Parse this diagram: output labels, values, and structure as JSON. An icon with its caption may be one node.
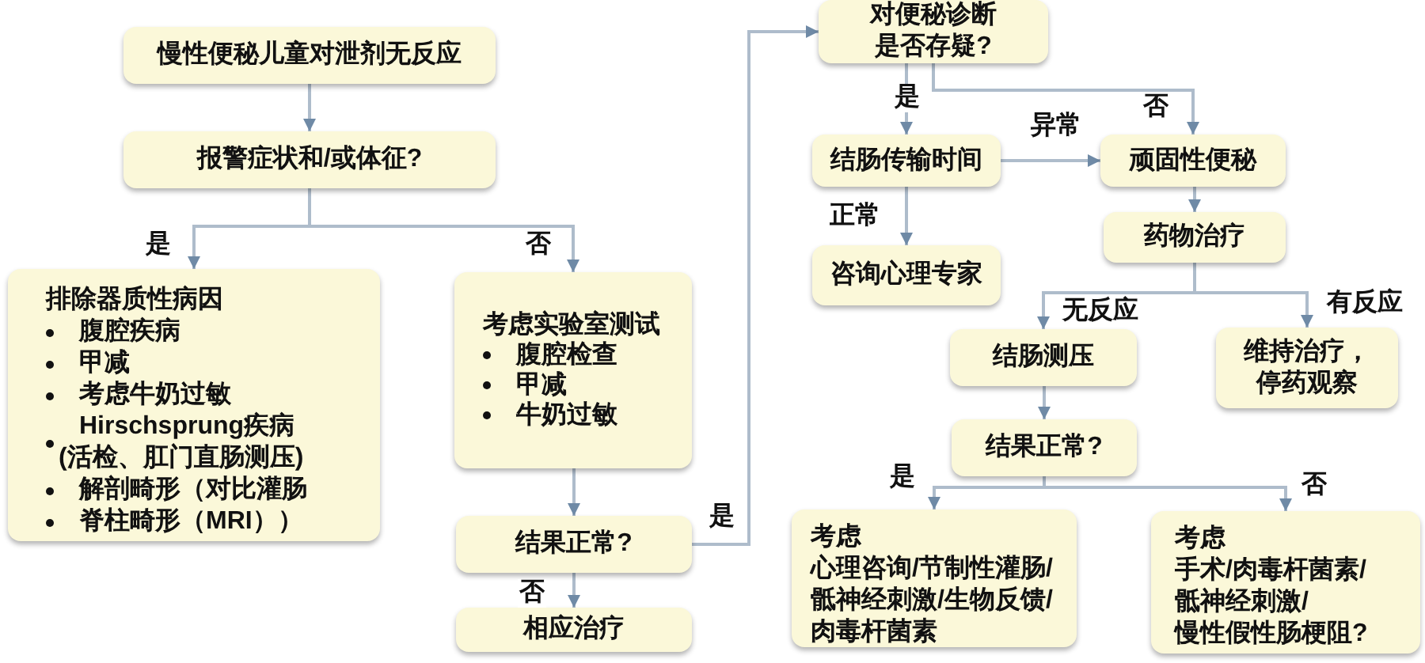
{
  "diagram": {
    "nodes": [
      {
        "text": [
          "慢性便秘儿童对泄剂无反应"
        ]
      },
      {
        "text": [
          "报警症状和/或体征?"
        ]
      },
      {
        "text": [
          "排除器质性病因",
          "腹腔疾病",
          "甲减",
          "考虑牛奶过敏",
          "Hirschsprung疾病(活检、肛门直肠测压)",
          "解剖畸形（对比灌肠",
          "脊柱畸形（MRI））"
        ]
      },
      {
        "text": [
          "考虑实验室测试",
          "腹腔检查",
          "甲减",
          "牛奶过敏"
        ]
      },
      {
        "text": [
          "结果正常?"
        ]
      },
      {
        "text": [
          "相应治疗"
        ]
      },
      {
        "text": [
          "对便秘诊断是否存疑?"
        ]
      },
      {
        "text": [
          "结肠传输时间"
        ]
      },
      {
        "text": [
          "顽固性便秘"
        ]
      },
      {
        "text": [
          "咨询心理专家"
        ]
      },
      {
        "text": [
          "药物治疗"
        ]
      },
      {
        "text": [
          "结肠测压"
        ]
      },
      {
        "text": [
          "维持治疗，停药观察"
        ]
      },
      {
        "text": [
          "结果正常?"
        ]
      },
      {
        "text": [
          "考虑",
          "心理咨询/节制性灌肠/骶神经刺激/生物反馈/肉毒杆菌素"
        ]
      },
      {
        "text": [
          "考虑",
          "手术/肉毒杆菌素/骶神经刺激/慢性假性肠梗阻?"
        ]
      }
    ],
    "edges": [
      {
        "from": 0,
        "to": 1,
        "arrow": "to"
      },
      {
        "from": 1,
        "to": 2,
        "arrow": "to",
        "label": "是"
      },
      {
        "from": 1,
        "to": 3,
        "arrow": "to",
        "label": "否"
      },
      {
        "from": 3,
        "to": 4,
        "arrow": "to"
      },
      {
        "from": 4,
        "to": 5,
        "arrow": "to",
        "label": "否"
      },
      {
        "from": 4,
        "to": 6,
        "arrow": "to",
        "label": "是"
      },
      {
        "from": 6,
        "to": 7,
        "arrow": "to",
        "label": "是"
      },
      {
        "from": 6,
        "to": 8,
        "arrow": "to",
        "label": "否"
      },
      {
        "from": 7,
        "to": 8,
        "arrow": "to",
        "label": "异常"
      },
      {
        "from": 7,
        "to": 9,
        "arrow": "to",
        "label": "正常"
      },
      {
        "from": 8,
        "to": 10,
        "arrow": "to"
      },
      {
        "from": 10,
        "to": 11,
        "arrow": "to",
        "label": "无反应"
      },
      {
        "from": 10,
        "to": 12,
        "arrow": "to",
        "label": "有反应"
      },
      {
        "from": 11,
        "to": 13,
        "arrow": "to"
      },
      {
        "from": 13,
        "to": 14,
        "arrow": "to",
        "label": "是"
      },
      {
        "from": 13,
        "to": 15,
        "arrow": "to",
        "label": "否"
      }
    ]
  }
}
